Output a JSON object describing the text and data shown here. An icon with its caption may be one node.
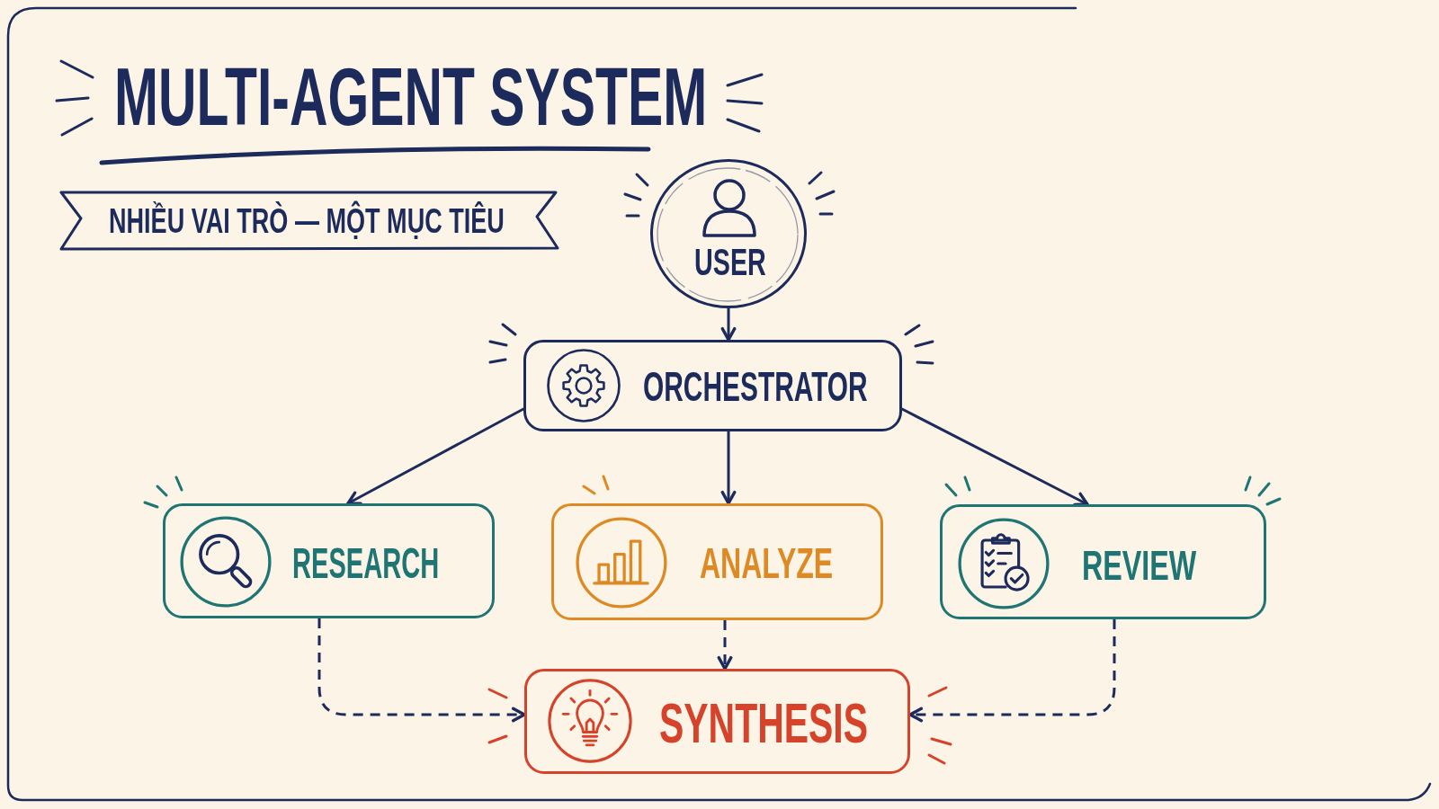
{
  "diagram": {
    "title": "MULTI-AGENT SYSTEM",
    "nodes": [
      {
        "text": [
          "NHIỀU VAI TRÒ — MỘT MỤC TIÊU"
        ]
      },
      {
        "text": [
          "USER"
        ]
      },
      {
        "text": [
          "ORCHESTRATOR"
        ]
      },
      {
        "text": [
          "RESEARCH"
        ]
      },
      {
        "text": [
          "ANALYZE"
        ]
      },
      {
        "text": [
          "REVIEW"
        ]
      },
      {
        "text": [
          "SYNTHESIS"
        ]
      }
    ],
    "edges": [
      {
        "from": 1,
        "to": 2,
        "arrow": "to"
      },
      {
        "from": 2,
        "to": 3,
        "arrow": "to"
      },
      {
        "from": 2,
        "to": 4,
        "arrow": "to"
      },
      {
        "from": 2,
        "to": 5,
        "arrow": "to"
      },
      {
        "from": 3,
        "to": 6,
        "arrow": "to",
        "style": "dashed"
      },
      {
        "from": 4,
        "to": 6,
        "arrow": "to",
        "style": "dashed"
      },
      {
        "from": 5,
        "to": 6,
        "arrow": "to",
        "style": "dashed"
      }
    ]
  }
}
